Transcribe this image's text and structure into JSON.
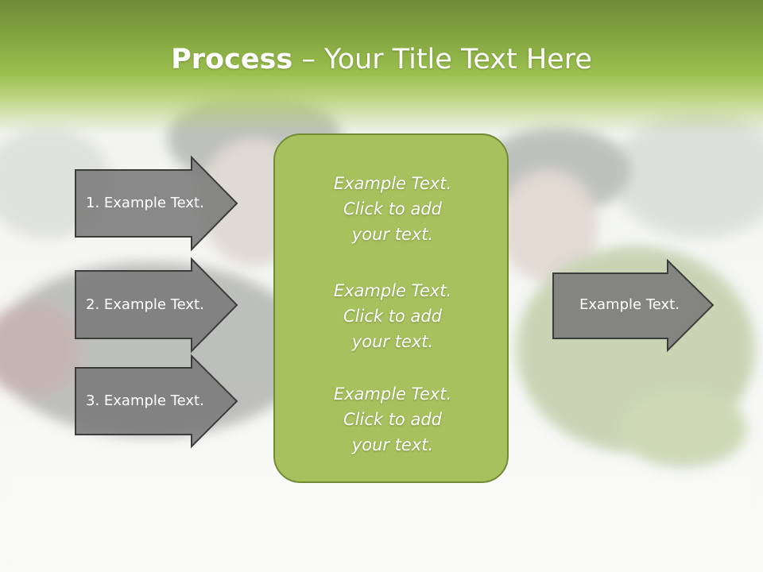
{
  "title": {
    "bold_part": "Process",
    "rest_part": " – Your Title Text Here"
  },
  "left_arrows": [
    {
      "label": "1. Example Text."
    },
    {
      "label": "2. Example Text."
    },
    {
      "label": "3. Example Text."
    }
  ],
  "center_box": {
    "blocks": [
      {
        "text": "Example Text.\nClick  to add\nyour text."
      },
      {
        "text": "Example Text.\nClick  to add\nyour text."
      },
      {
        "text": "Example Text.\nClick  to add\nyour text."
      }
    ]
  },
  "right_arrow": {
    "label": "Example Text."
  },
  "colors": {
    "title_band": "#84a640",
    "center_fill": "#a6c15e",
    "center_border": "#6f8c33",
    "arrow_fill": "#7a7a7a",
    "arrow_border": "#3c3c3c"
  }
}
